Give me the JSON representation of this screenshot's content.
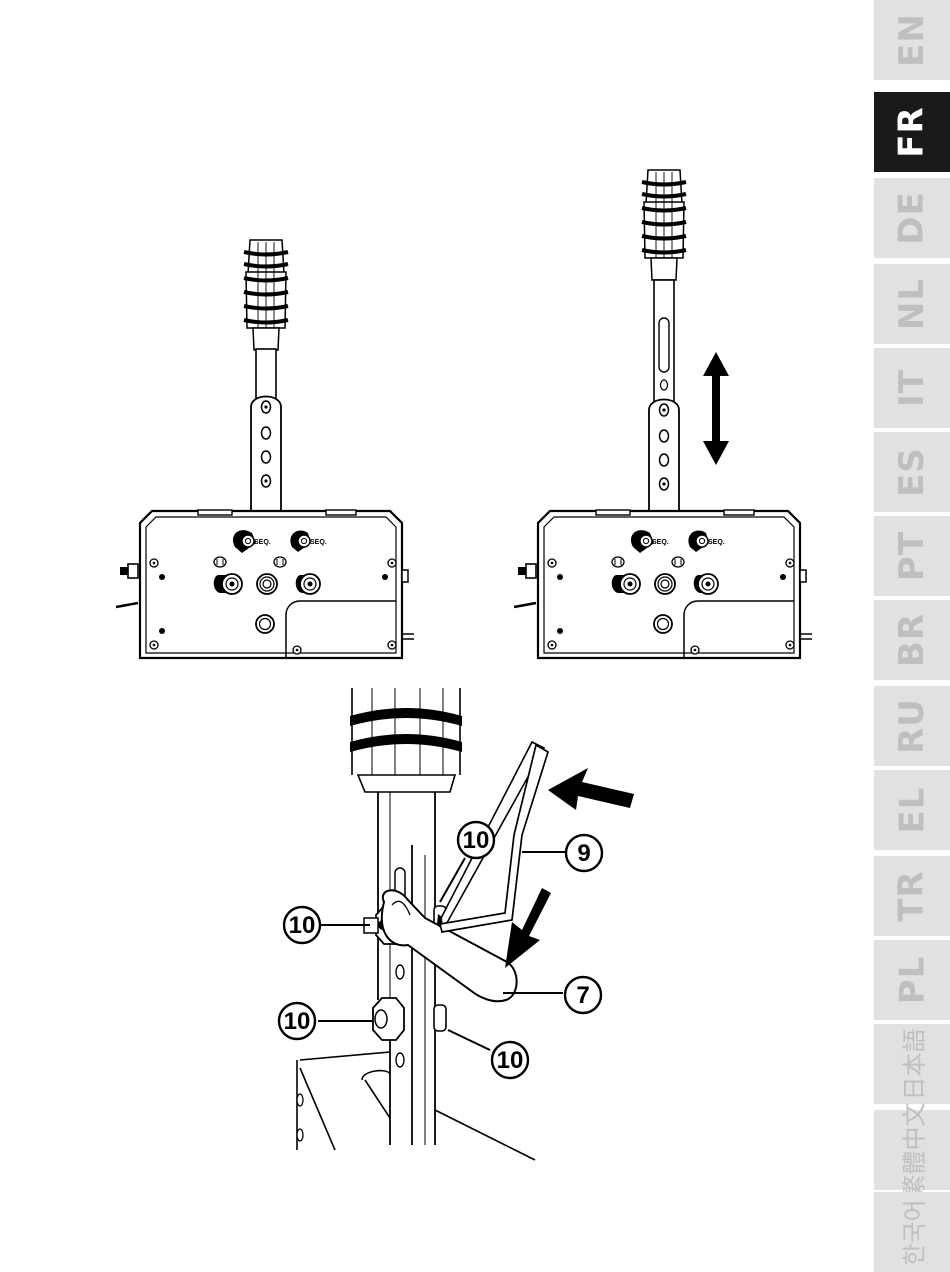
{
  "language_tabs": [
    {
      "code": "EN",
      "active": false
    },
    {
      "code": "FR",
      "active": true
    },
    {
      "code": "DE",
      "active": false
    },
    {
      "code": "NL",
      "active": false
    },
    {
      "code": "IT",
      "active": false
    },
    {
      "code": "ES",
      "active": false
    },
    {
      "code": "PT",
      "active": false
    },
    {
      "code": "BR",
      "active": false
    },
    {
      "code": "RU",
      "active": false
    },
    {
      "code": "EL",
      "active": false
    },
    {
      "code": "TR",
      "active": false
    },
    {
      "code": "PL",
      "active": false
    },
    {
      "code": "日本語",
      "active": false
    },
    {
      "code": "繁體中文",
      "active": false
    },
    {
      "code": "한국어",
      "active": false
    }
  ],
  "figures": {
    "left_unit": {
      "port_label_1": "SEQ.",
      "port_label_2": "SEQ."
    },
    "right_unit": {
      "port_label_1": "SEQ.",
      "port_label_2": "SEQ."
    },
    "callouts": {
      "allen_key": "9",
      "wrench": "7",
      "nut_upper_inner": "10",
      "nut_upper_outer": "10",
      "nut_lower_outer": "10",
      "nut_lower_inner": "10"
    }
  },
  "colors": {
    "tab_active": "#1a1a1a",
    "tab_inactive": "#e1e1e1",
    "tab_text_inactive": "#bfbfbf"
  }
}
